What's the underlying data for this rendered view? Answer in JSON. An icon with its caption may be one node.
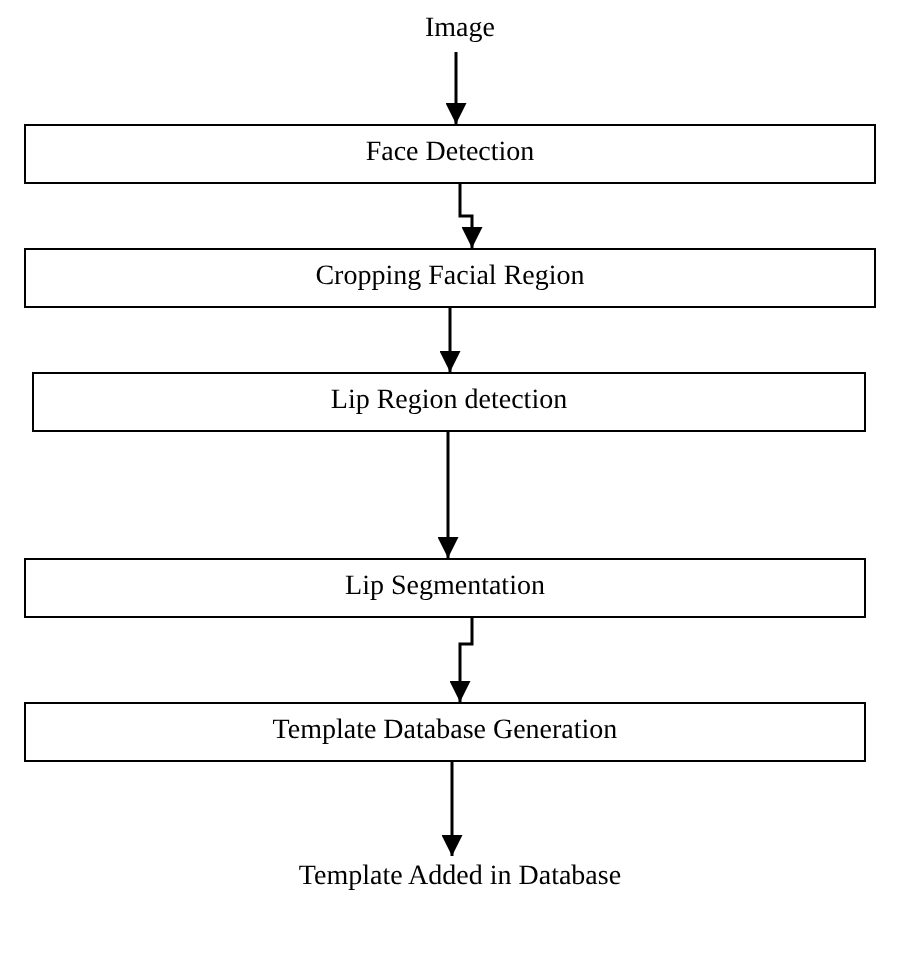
{
  "diagram": {
    "nodes": [
      {
        "text": [
          "Image"
        ]
      },
      {
        "text": [
          "Face Detection"
        ]
      },
      {
        "text": [
          "Cropping Facial Region"
        ]
      },
      {
        "text": [
          "Lip Region detection"
        ]
      },
      {
        "text": [
          "Lip Segmentation"
        ]
      },
      {
        "text": [
          "Template Database Generation"
        ]
      },
      {
        "text": [
          "Template Added in Database"
        ]
      }
    ],
    "edges": [
      {
        "from": 0,
        "to": 1,
        "arrow": "to"
      },
      {
        "from": 1,
        "to": 2,
        "arrow": "to"
      },
      {
        "from": 2,
        "to": 3,
        "arrow": "to"
      },
      {
        "from": 3,
        "to": 4,
        "arrow": "to"
      },
      {
        "from": 4,
        "to": 5,
        "arrow": "to"
      },
      {
        "from": 5,
        "to": 6,
        "arrow": "to"
      }
    ]
  }
}
